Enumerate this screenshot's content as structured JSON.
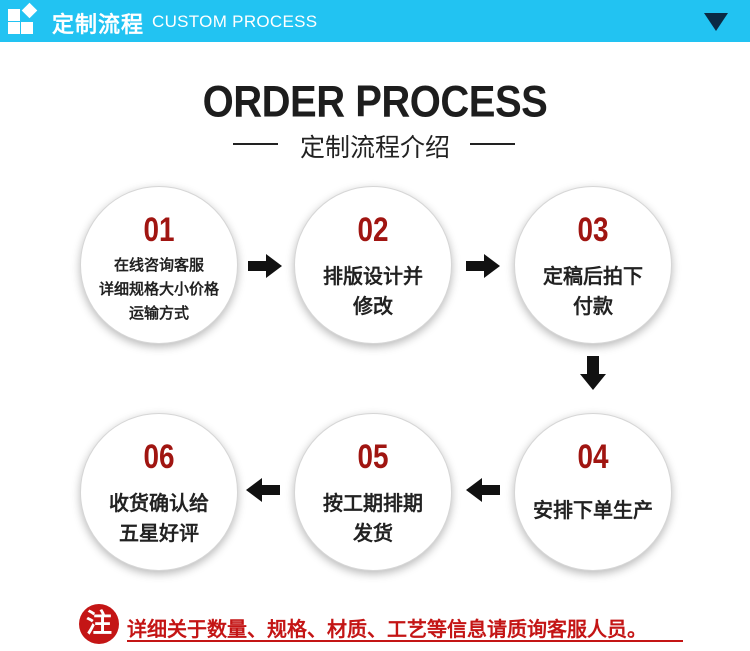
{
  "header": {
    "title_cn": "定制流程",
    "title_en": "CUSTOM PROCESS",
    "accent_color": "#22c3f2"
  },
  "title": {
    "en": "ORDER PROCESS",
    "cn": "定制流程介绍"
  },
  "steps": [
    {
      "num": "01",
      "lines": [
        "在线咨询客服",
        "详细规格大小价格",
        "运输方式"
      ]
    },
    {
      "num": "02",
      "lines": [
        "排版设计并",
        "修改"
      ]
    },
    {
      "num": "03",
      "lines": [
        "定稿后拍下",
        "付款"
      ]
    },
    {
      "num": "04",
      "lines": [
        "安排下单生产"
      ]
    },
    {
      "num": "05",
      "lines": [
        "按工期排期",
        "发货"
      ]
    },
    {
      "num": "06",
      "lines": [
        "收货确认给",
        "五星好评"
      ]
    }
  ],
  "note": {
    "badge": "注",
    "text": "详细关于数量、规格、材质、工艺等信息请质询客服人员。",
    "color": "#c41515"
  },
  "number_color": "#a01511"
}
